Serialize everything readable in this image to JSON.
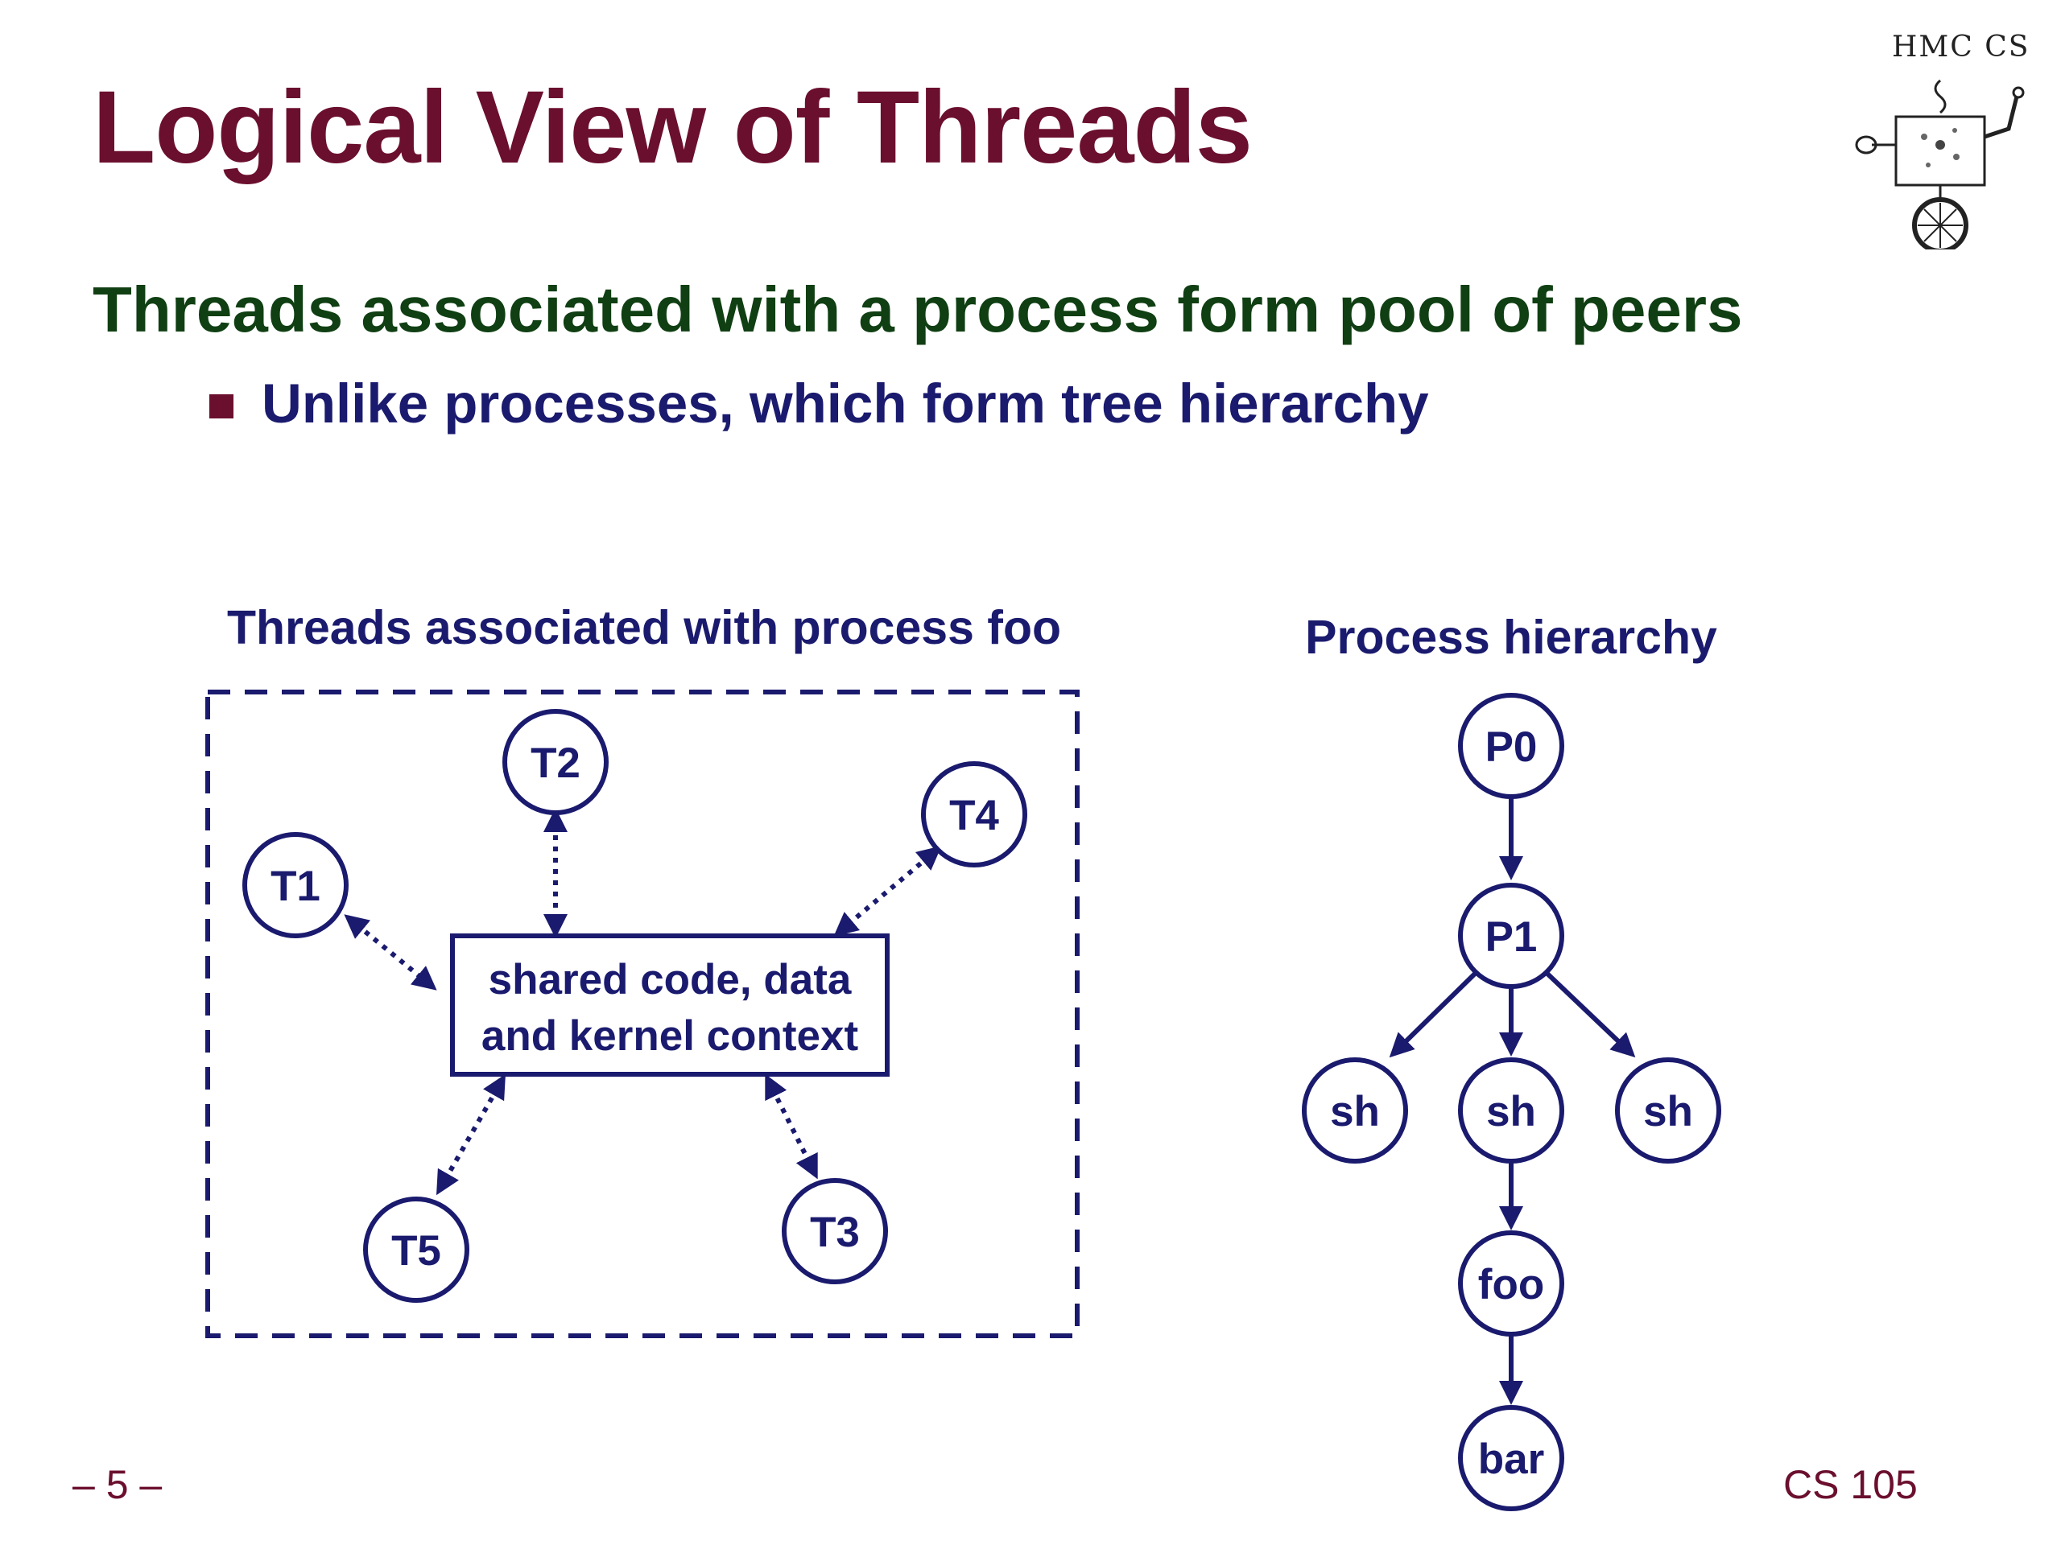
{
  "slide": {
    "title": "Logical View of Threads",
    "point": "Threads associated with a process form pool of peers",
    "subpoint": "Unlike processes, which form tree hierarchy",
    "page_number": "– 5 –",
    "course": "CS 105",
    "logo_text": "HMC CS"
  },
  "threads_diagram": {
    "caption": "Threads associated with process foo",
    "shared_line1": "shared code, data",
    "shared_line2": "and kernel context",
    "threads": [
      "T1",
      "T2",
      "T3",
      "T4",
      "T5"
    ]
  },
  "process_diagram": {
    "caption": "Process hierarchy",
    "nodes": {
      "p0": "P0",
      "p1": "P1",
      "sh_left": "sh",
      "sh_mid": "sh",
      "sh_right": "sh",
      "foo": "foo",
      "bar": "bar"
    }
  },
  "colors": {
    "title": "#6b0f2e",
    "point": "#0f3f12",
    "diagram": "#1a1a6e"
  }
}
